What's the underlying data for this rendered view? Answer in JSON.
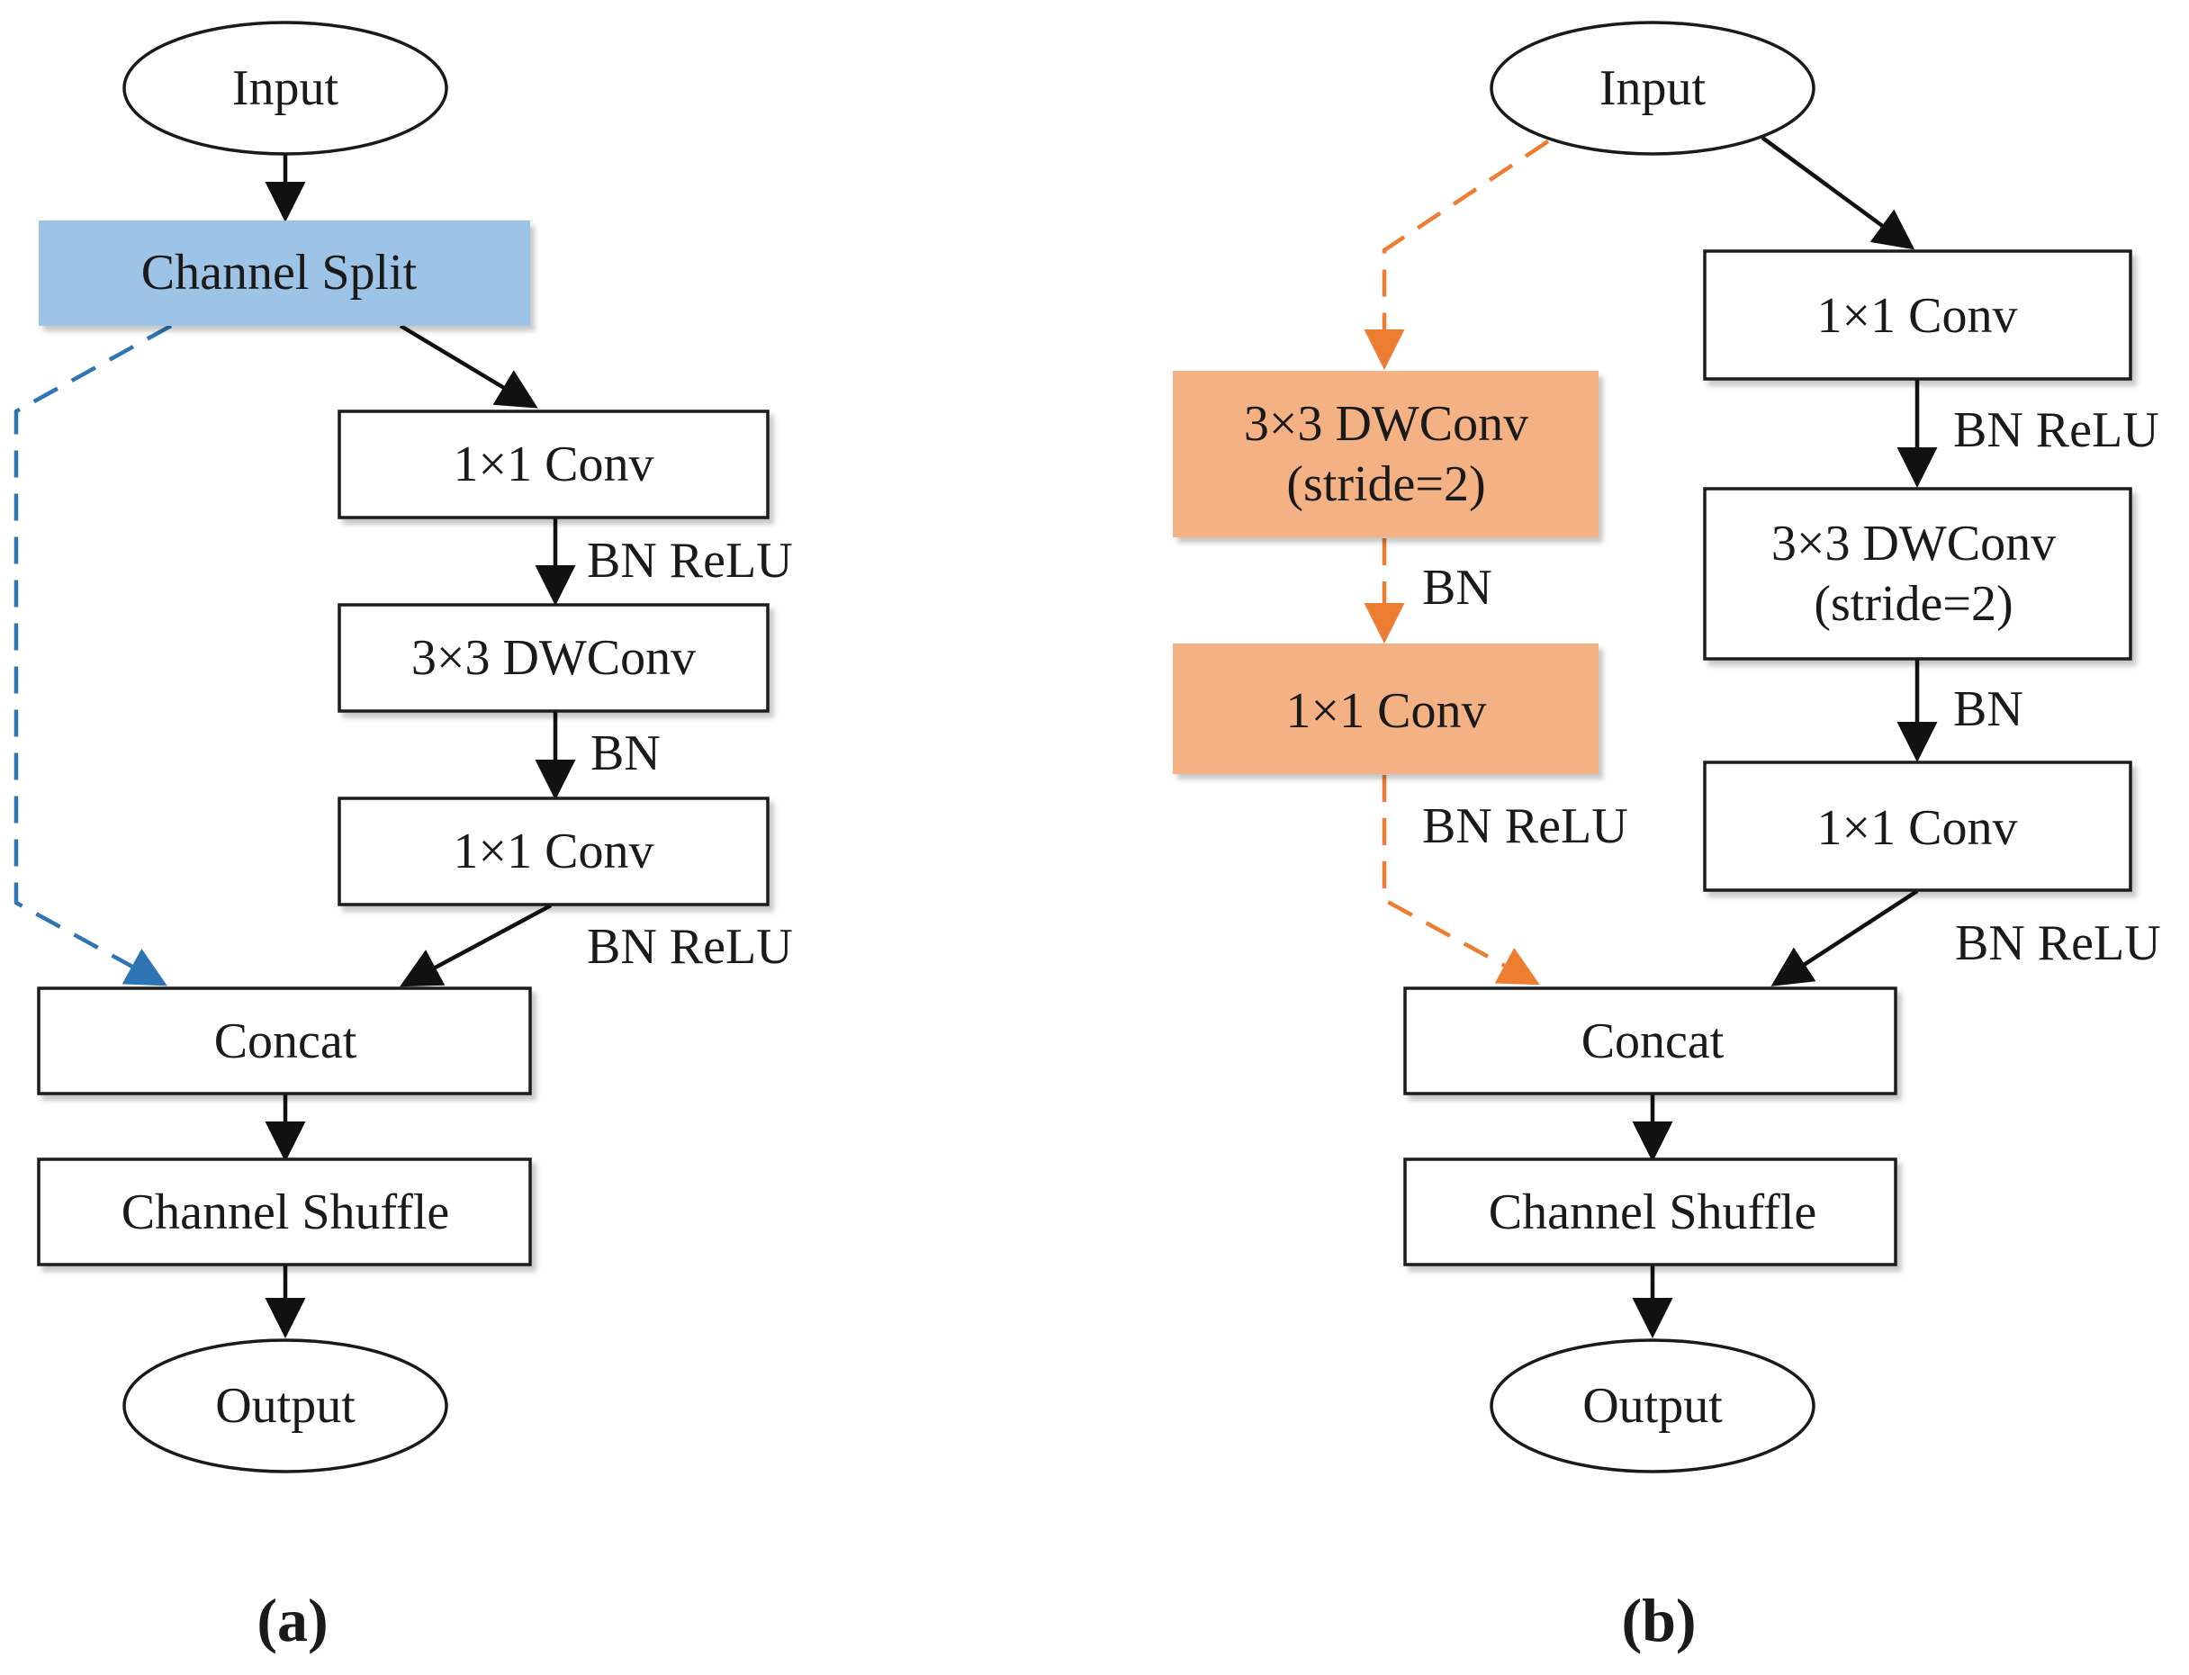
{
  "colors": {
    "split_fill": "#9dc3e6",
    "down_fill": "#f4b183",
    "blue_line": "#2e75b6",
    "orange_line": "#ed7d31",
    "stroke": "#1a1a1a"
  },
  "panel_a": {
    "caption": "(a)",
    "input": "Input",
    "split": "Channel Split",
    "conv1": "1×1 Conv",
    "dwconv": "3×3 DWConv",
    "conv2": "1×1 Conv",
    "concat": "Concat",
    "shuffle": "Channel Shuffle",
    "output": "Output",
    "label_bn_relu_1": "BN ReLU",
    "label_bn": "BN",
    "label_bn_relu_2": "BN ReLU"
  },
  "panel_b": {
    "caption": "(b)",
    "input": "Input",
    "left_dwconv_line1": "3×3 DWConv",
    "left_dwconv_line2": "(stride=2)",
    "left_conv": "1×1 Conv",
    "left_label_bn": "BN",
    "left_label_bn_relu": "BN ReLU",
    "right_conv1": "1×1 Conv",
    "right_dwconv_line1": "3×3 DWConv",
    "right_dwconv_line2": "(stride=2)",
    "right_conv2": "1×1 Conv",
    "right_label_bn_relu_1": "BN ReLU",
    "right_label_bn": "BN",
    "right_label_bn_relu_2": "BN ReLU",
    "concat": "Concat",
    "shuffle": "Channel Shuffle",
    "output": "Output"
  }
}
